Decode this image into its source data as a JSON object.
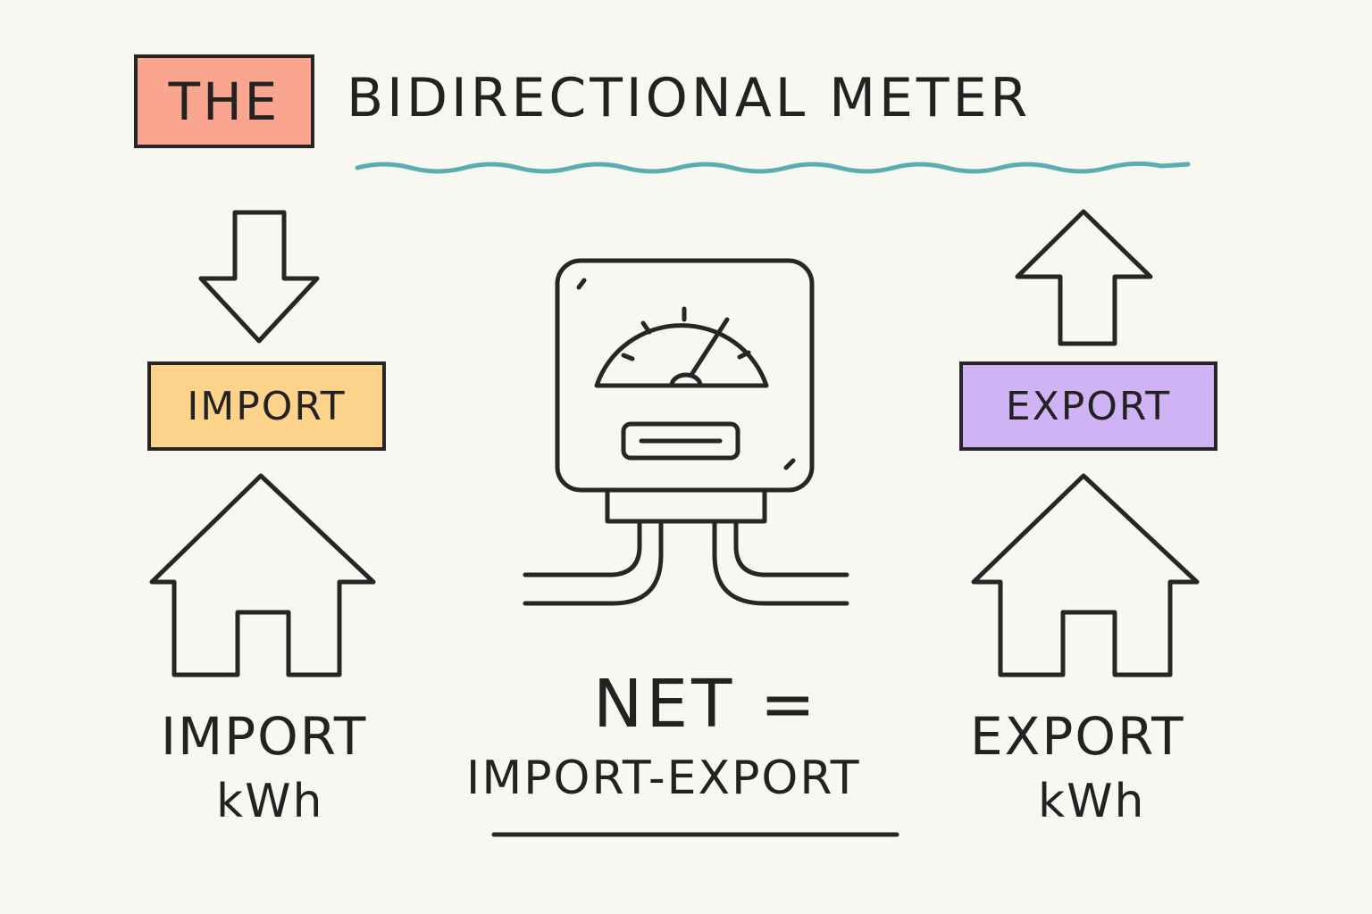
{
  "title": {
    "highlight": "THE",
    "rest": "BIDIRECTIONAL METER"
  },
  "import": {
    "label": "IMPORT",
    "caption": "IMPORT",
    "unit": "kWh"
  },
  "export": {
    "label": "EXPORT",
    "caption": "EXPORT",
    "unit": "kWh"
  },
  "net": {
    "label": "NET =",
    "formula": "IMPORT-EXPORT"
  },
  "colors": {
    "title_highlight": "#f9a58f",
    "import_label": "#fdd28a",
    "export_label": "#cfb3f5",
    "underline": "#5aaeb0",
    "ink": "#262626"
  },
  "icons": [
    "down-arrow-icon",
    "up-arrow-icon",
    "house-icon",
    "meter-icon"
  ]
}
